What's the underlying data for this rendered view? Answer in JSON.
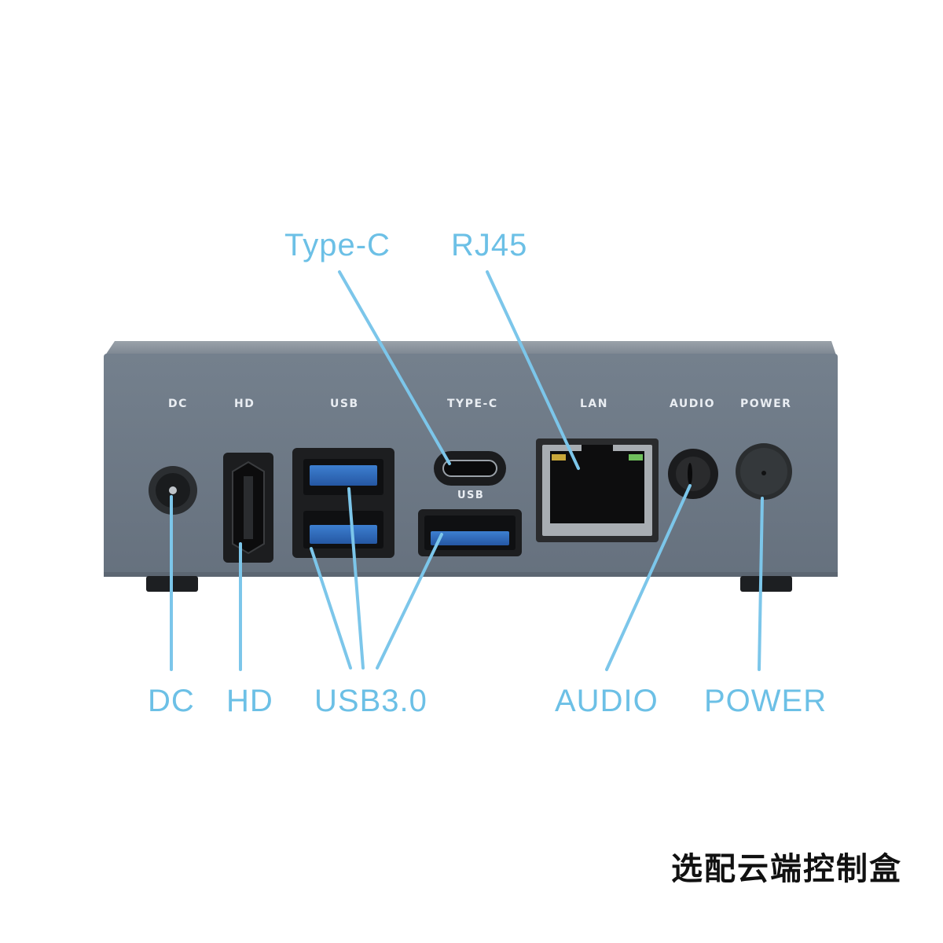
{
  "callouts": {
    "type_c": "Type-C",
    "rj45": "RJ45",
    "dc": "DC",
    "hd": "HD",
    "usb30": "USB3.0",
    "audio": "AUDIO",
    "power": "POWER"
  },
  "panel_labels": {
    "dc": "DC",
    "hd": "HD",
    "usb": "USB",
    "type_c": "TYPE-C",
    "usb_small": "USB",
    "lan": "LAN",
    "audio": "AUDIO",
    "power": "POWER"
  },
  "caption": "选配云端控制盒",
  "colors": {
    "callout": "#6cc0e6",
    "case_face": "#6f7a88",
    "case_top": "#8b949e",
    "usb_blue": "#2f6fc2"
  }
}
